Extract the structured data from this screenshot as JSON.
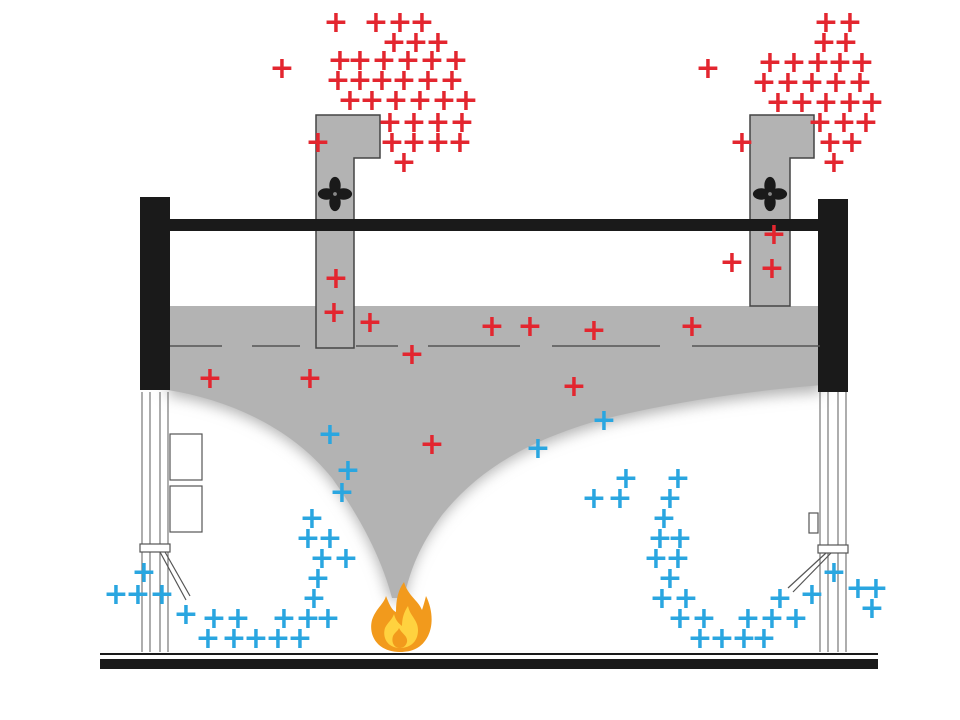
{
  "diagram": {
    "palette": {
      "background": "#ffffff",
      "structure": "#1a1a1a",
      "smoke": "#b3b3b3",
      "duct_outline": "#444444",
      "hot_particle": "#e3262f",
      "cold_particle": "#2aa6e0",
      "flame_outer": "#f29a1c",
      "flame_inner": "#ffd23f"
    },
    "particle_glyph": "+",
    "icons": [
      "exhaust-fan-icon",
      "fire-icon",
      "window-icon",
      "door-icon"
    ],
    "fans": 2,
    "ducts": 2,
    "fires": 1
  }
}
